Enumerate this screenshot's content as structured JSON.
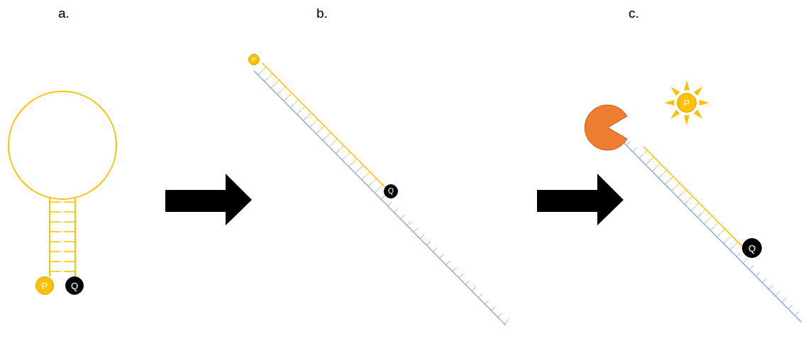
{
  "diagram": {
    "nodes": [
      {
        "text": [
          "P"
        ]
      },
      {
        "text": [
          "Q"
        ]
      },
      {
        "text": [
          "P"
        ]
      },
      {
        "text": [
          "Q"
        ]
      },
      {
        "text": [
          "P"
        ]
      },
      {
        "text": [
          "Q"
        ]
      }
    ],
    "labels": [
      "a.",
      "b.",
      "c."
    ]
  }
}
